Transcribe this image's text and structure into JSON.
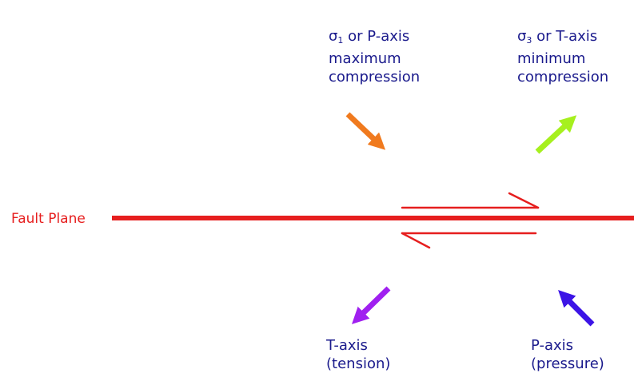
{
  "labels": {
    "sigma1": {
      "symbol": "σ",
      "subscript": "1",
      "line1_rest": " or P-axis",
      "line2": "maximum",
      "line3": "compression"
    },
    "sigma3": {
      "symbol": "σ",
      "subscript": "3",
      "line1_rest": " or T-axis",
      "line2": "minimum",
      "line3": "compression"
    },
    "t_axis": {
      "line1": "T-axis",
      "line2": "(tension)"
    },
    "p_axis": {
      "line1": "P-axis",
      "line2": "(pressure)"
    },
    "fault_plane": "Fault Plane"
  },
  "colors": {
    "text": "#1a1a8c",
    "fault": "#e61e1e",
    "sigma1_arrow": "#f07a1e",
    "sigma3_arrow": "#a6f01e",
    "t_axis_arrow": "#a020f0",
    "p_axis_arrow": "#3c14e6"
  },
  "icons": {
    "sigma1_arrow": "arrow-down-right-icon",
    "sigma3_arrow": "arrow-up-right-icon",
    "t_axis_arrow": "arrow-down-left-icon",
    "p_axis_arrow": "arrow-up-left-icon",
    "slip_top": "half-arrow-right-icon",
    "slip_bottom": "half-arrow-left-icon"
  }
}
